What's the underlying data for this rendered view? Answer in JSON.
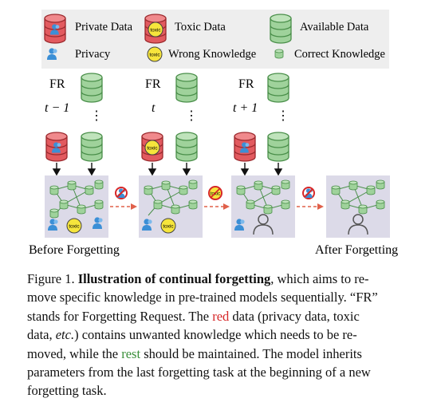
{
  "legend": {
    "private_data": "Private Data",
    "toxic_data": "Toxic Data",
    "available_data": "Available Data",
    "privacy": "Privacy",
    "wrong_knowledge": "Wrong Knowledge",
    "correct_knowledge": "Correct Knowledge"
  },
  "icon_text": {
    "toxic": "toxic"
  },
  "steps": [
    {
      "label": "FR",
      "time": "t − 1"
    },
    {
      "label": "FR",
      "time": "t"
    },
    {
      "label": "FR",
      "time": "t + 1"
    }
  ],
  "before_label": "Before Forgetting",
  "after_label": "After Forgetting",
  "caption": {
    "figure_label": "Figure 1.",
    "title": "Illustration of continual forgetting",
    "l1_rest": ", which aims to re-",
    "l2": "move specific knowledge in pre-trained models sequentially. “FR”",
    "l3a": "stands for Forgetting Request.  The ",
    "l3_red": "red",
    "l3b": " data (privacy data, toxic",
    "l4a": "data, ",
    "l4_etc": "etc.",
    "l4b": ") contains unwanted knowledge which needs to be re-",
    "l5a": "moved, while the ",
    "l5_green": "rest",
    "l5b": " should be maintained.  The model inherits",
    "l6": "parameters from the last forgetting task at the beginning of a new",
    "l7": "forgetting task."
  },
  "colors": {
    "red": "#d62728",
    "green": "#3a8f3a",
    "db_red": "#e25a5f",
    "db_green": "#9fd29b",
    "blue": "#3b8fd6",
    "yellow": "#f6e53c",
    "panel": "#dcdae8"
  }
}
